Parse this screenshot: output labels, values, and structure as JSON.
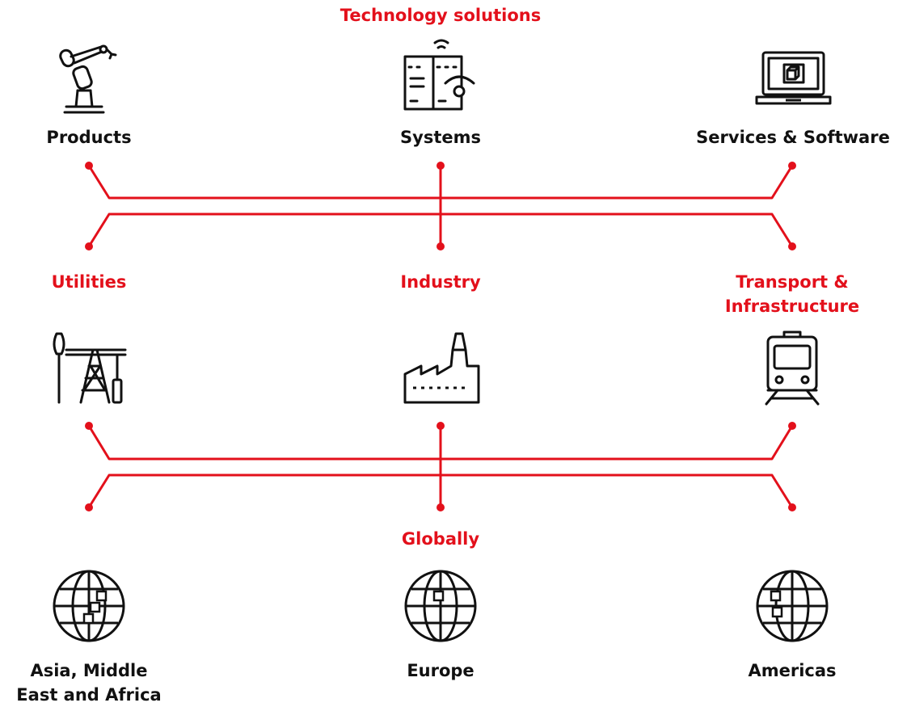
{
  "colors": {
    "accent": "#e3101b",
    "ink": "#111111"
  },
  "sections": {
    "technology": {
      "title": "Technology solutions",
      "items": [
        {
          "label": "Products",
          "icon": "industrial-robot-arm-icon"
        },
        {
          "label": "Systems",
          "icon": "control-system-wireless-icon"
        },
        {
          "label": "Services & Software",
          "icon": "laptop-cube-icon"
        }
      ]
    },
    "markets": {
      "items": [
        {
          "label": "Utilities",
          "icon": "oil-pump-pylon-icon"
        },
        {
          "label": "Industry",
          "icon": "factory-icon"
        },
        {
          "label_line1": "Transport &",
          "label_line2": "Infrastructure",
          "icon": "train-icon"
        }
      ]
    },
    "regions": {
      "title": "Globally",
      "items": [
        {
          "label_line1": "Asia, Middle",
          "label_line2": "East and Africa",
          "icon": "globe-icon"
        },
        {
          "label": "Europe",
          "icon": "globe-icon"
        },
        {
          "label": "Americas",
          "icon": "globe-icon"
        }
      ]
    }
  }
}
